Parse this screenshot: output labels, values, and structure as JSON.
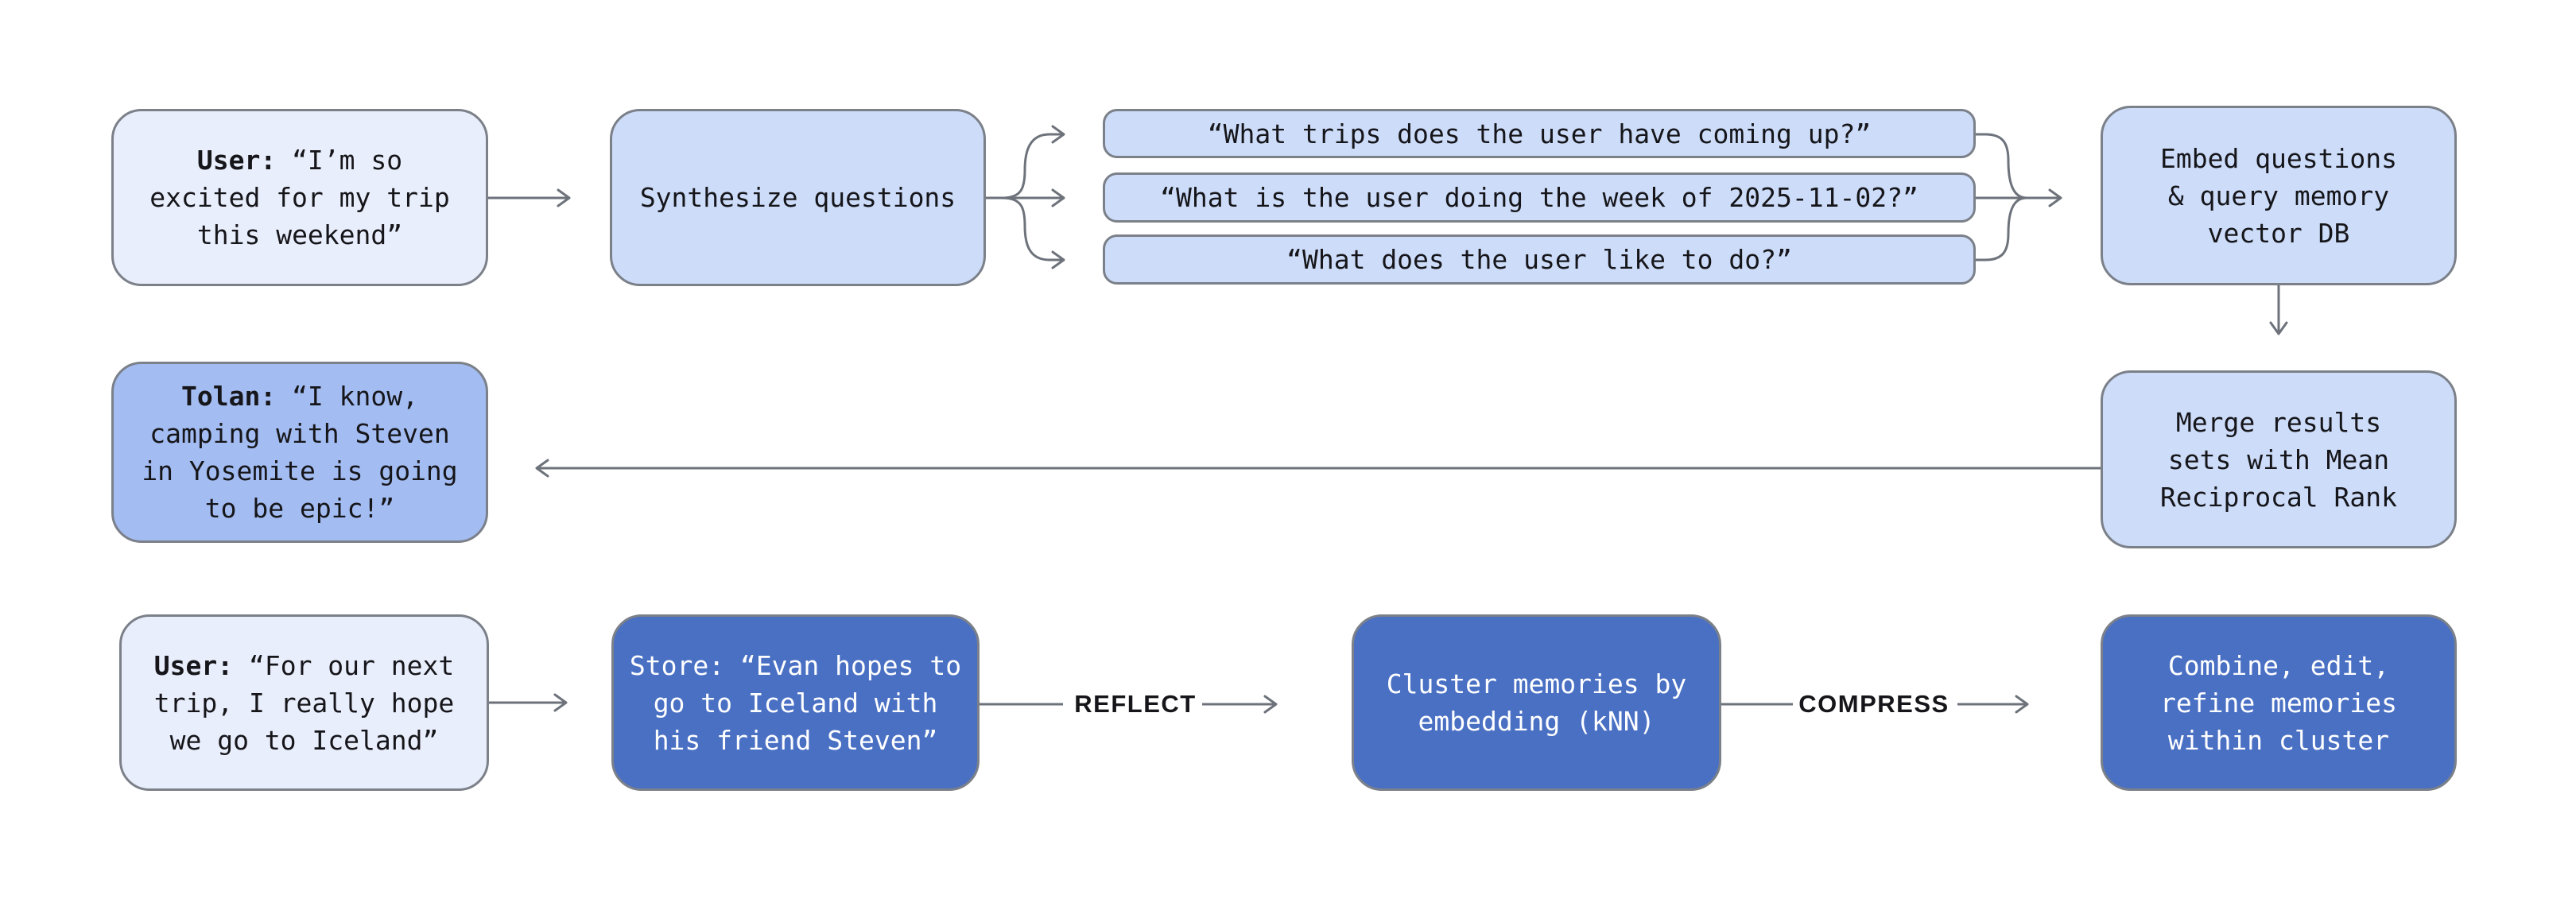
{
  "colors": {
    "node_light": "#ccdcf9",
    "node_lighter": "#e9eefc",
    "node_medium": "#a3bcf1",
    "node_dark": "#4a70c4",
    "border": "#7b8089",
    "connector": "#6d727b",
    "text_dark": "#16161a",
    "text_light": "#ffffff",
    "background": "#ffffff"
  },
  "nodes": {
    "user_message_1": {
      "bold": "User:",
      "rest": "“I’m so",
      "lines": [
        "excited for my trip",
        "this weekend”"
      ]
    },
    "synthesize": {
      "lines": [
        "Synthesize questions"
      ]
    },
    "question_1": {
      "text": "“What trips does the user have coming up?”"
    },
    "question_2": {
      "text": "“What is the user doing the week of 2025-11-02?”"
    },
    "question_3": {
      "text": "“What does the user like to do?”"
    },
    "embed": {
      "lines": [
        "Embed questions",
        "& query memory",
        "vector DB"
      ]
    },
    "tolan_message": {
      "bold": "Tolan:",
      "rest": "“I know,",
      "lines": [
        "camping with Steven",
        "in Yosemite is going",
        "to be epic!”"
      ]
    },
    "merge": {
      "lines": [
        "Merge results",
        "sets with Mean",
        "Reciprocal Rank"
      ]
    },
    "user_message_2": {
      "bold": "User:",
      "rest": "“For our next",
      "lines": [
        "trip, I really hope",
        "we go to Iceland”"
      ]
    },
    "store": {
      "lines": [
        "Store: “Evan hopes to",
        "go to Iceland with",
        "his friend Steven”"
      ]
    },
    "cluster": {
      "lines": [
        "Cluster memories by",
        "embedding (kNN)"
      ]
    },
    "combine": {
      "lines": [
        "Combine, edit,",
        "refine memories",
        "within cluster"
      ]
    }
  },
  "labels": {
    "reflect": "REFLECT",
    "compress": "COMPRESS"
  }
}
